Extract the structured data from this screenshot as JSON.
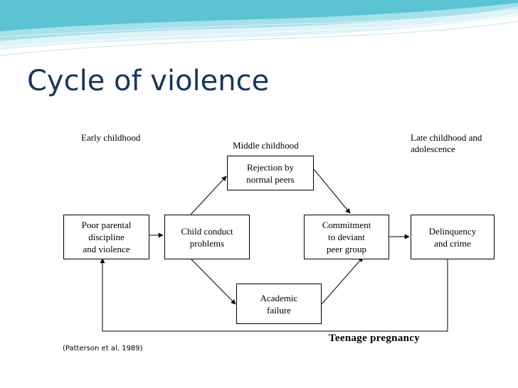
{
  "slide": {
    "title": "Cycle of violence",
    "colors": {
      "title": "#17375e",
      "banner_light": "#dff3f6",
      "banner_mid": "#a9dfe8",
      "banner_dark": "#5cc3d3"
    }
  },
  "stages": {
    "early": "Early childhood",
    "middle": "Middle childhood",
    "late": "Late childhood and\nadolescence"
  },
  "nodes": {
    "poor_parental": "Poor parental\ndiscipline\nand violence",
    "child_conduct": "Child conduct\nproblems",
    "rejection": "Rejection by\nnormal peers",
    "academic": "Academic\nfailure",
    "commitment": "Commitment\nto deviant\npeer group",
    "delinquency": "Delinquency\nand crime"
  },
  "feedback_label": "Teenage pregnancy",
  "citation": "(Patterson et al, 1989)"
}
